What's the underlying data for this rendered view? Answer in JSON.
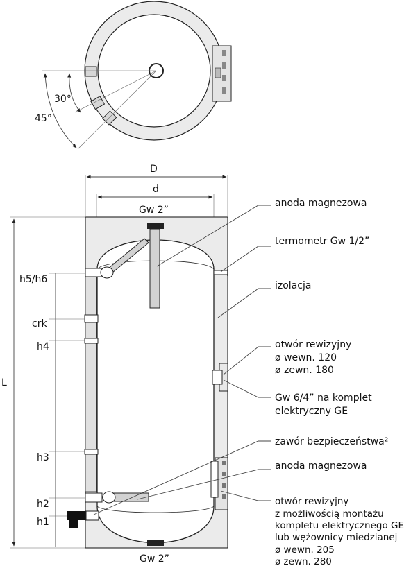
{
  "top_view": {
    "angle_30": "30°",
    "angle_45": "45°"
  },
  "dimensions": {
    "D": "D",
    "d": "d",
    "L": "L",
    "gw_top": "Gw 2”",
    "gw_bottom": "Gw 2”"
  },
  "height_marks": [
    "h5/h6",
    "crk",
    "h4",
    "h3",
    "h2",
    "h1"
  ],
  "callouts": {
    "anoda_top": "anoda magnezowa",
    "termometr": "termometr Gw 1/2”",
    "izolacja": "izolacja",
    "otwor_top": [
      "otwór rewizyjny",
      "ø wewn. 120",
      "ø zewn. 180"
    ],
    "gw_grzalka": [
      "Gw 6/4” na komplet",
      "elektryczny GE"
    ],
    "zawor": "zawór bezpieczeństwa²",
    "anoda_bottom": "anoda magnezowa",
    "otwor_bottom": [
      "otwór rewizyjny",
      "z możliwością montażu",
      "kompletu elektrycznego GE",
      "lub wężownicy miedzianej",
      "ø wewn. 205",
      "ø zewn. 280"
    ]
  },
  "colors": {
    "insulation": "#ebebeb",
    "tank": "#d9d9d9",
    "line": "#444444"
  }
}
